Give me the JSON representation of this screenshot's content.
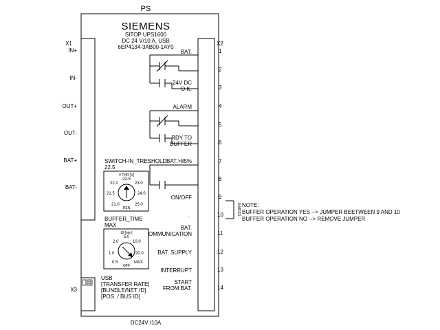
{
  "header": {
    "label": "PS",
    "brand": "SIEMENS",
    "model": "SITOP UPS1600",
    "rating": "DC 24 V/10 A, USB",
    "order_no": "6EP4134-3AB00-1AY0"
  },
  "footer": {
    "label": "DC24V /10A"
  },
  "left_terminals": {
    "block_label": "X1",
    "items": [
      {
        "label": "IN+"
      },
      {
        "label": "IN-"
      },
      {
        "label": "OUT+"
      },
      {
        "label": "OUT-"
      },
      {
        "label": "BAT+"
      },
      {
        "label": "BAT-"
      }
    ]
  },
  "right_terminals": {
    "block_label": "X2",
    "numbers": [
      "1",
      "2",
      "3",
      "4",
      "5",
      "6",
      "7",
      "8",
      "9",
      "10",
      "11",
      "12",
      "13",
      "14"
    ]
  },
  "signals": {
    "bat": "BAT.",
    "dc_ok_1": "24V DC",
    "dc_ok_2": "O.K.",
    "alarm": "ALARM",
    "rdy_1": "RDY TO",
    "rdy_2": "BUFFER",
    "bat85": "BAT.>85%",
    "onoff": "ON/OFF",
    "dot": ".",
    "comm_1": "BAT.",
    "comm_2": "COMMUNICATION",
    "supply": "BAT. SUPPLY",
    "interrupt": "INTERRUPT",
    "start_1": "START",
    "start_2": "FROM BAT."
  },
  "switch_threshold": {
    "title": "SWITCH-IN_TRESHOLD",
    "value": "22.5",
    "unit": "V THR [V]",
    "scale": [
      "22.5",
      "23.0",
      "24.0",
      "25.0",
      "21.0",
      "21.5",
      "22.0"
    ],
    "ren": "REN"
  },
  "buffer_time": {
    "title": "BUFFER_TIME",
    "value": "MAX",
    "unit": "tB [min]",
    "scale": [
      "5.0",
      "10.0",
      "20.0",
      "2.0",
      "1.0",
      "0.5"
    ],
    "max": "MAX",
    "off": "OFF"
  },
  "usb": {
    "connector": "X3",
    "lines": [
      "USB",
      "[TRANSFER RATE]",
      "[BUNDLE/NET ID]",
      "[POS. / BUS ID]"
    ]
  },
  "jumper": {
    "label": "JUMPER"
  },
  "note": {
    "title": "NOTE:",
    "line1": "BUFFER OPERATION YES --> JUMPER BEETWEEN 9 AND 10",
    "line2": "BUFFER OPERATION NO --> REMOVE JUMPER"
  }
}
